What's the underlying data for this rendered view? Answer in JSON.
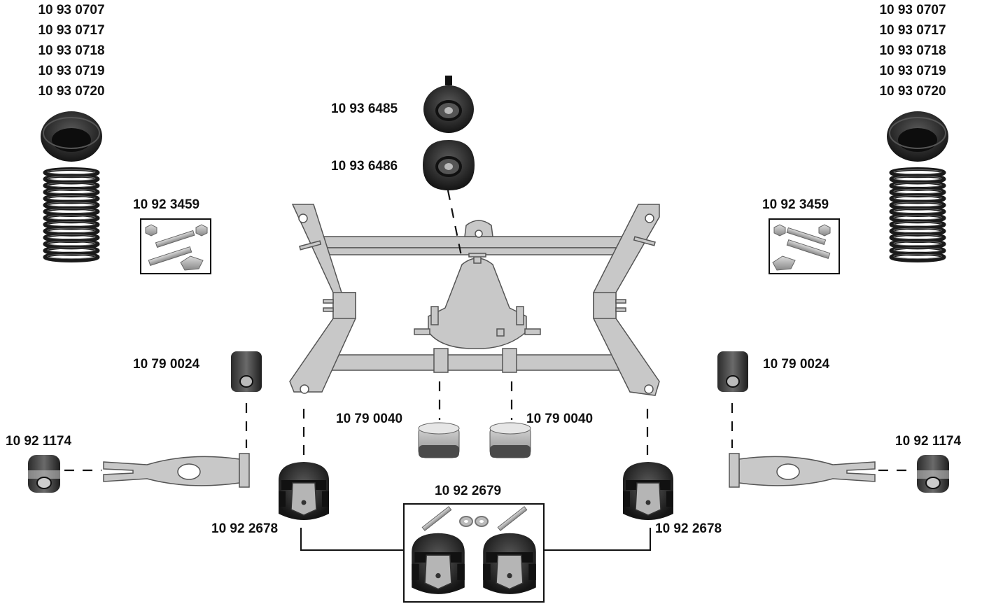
{
  "labels": {
    "spring_parts_left": [
      "10 93 0707",
      "10 93 0717",
      "10 93 0718",
      "10 93 0719",
      "10 93 0720"
    ],
    "spring_parts_right": [
      "10 93 0707",
      "10 93 0717",
      "10 93 0718",
      "10 93 0719",
      "10 93 0720"
    ],
    "top_mount_upper": "10 93 6485",
    "top_mount_lower": "10 93 6486",
    "bolt_kit_left": "10 92 3459",
    "bolt_kit_right": "10 92 3459",
    "bush_left": "10 79 0024",
    "bush_right": "10 79 0024",
    "diff_mount_left": "10 79 0040",
    "diff_mount_right": "10 79 0040",
    "arm_bush_left": "10 92 1174",
    "arm_bush_right": "10 92 1174",
    "subframe_mount_kit": "10 92 2679",
    "subframe_mount_left": "10 92 2678",
    "subframe_mount_right": "10 92 2678"
  },
  "colors": {
    "frame": "#c8c8c8",
    "frame_stroke": "#555555",
    "rubber": "#2a2a2a",
    "line": "#111111"
  }
}
